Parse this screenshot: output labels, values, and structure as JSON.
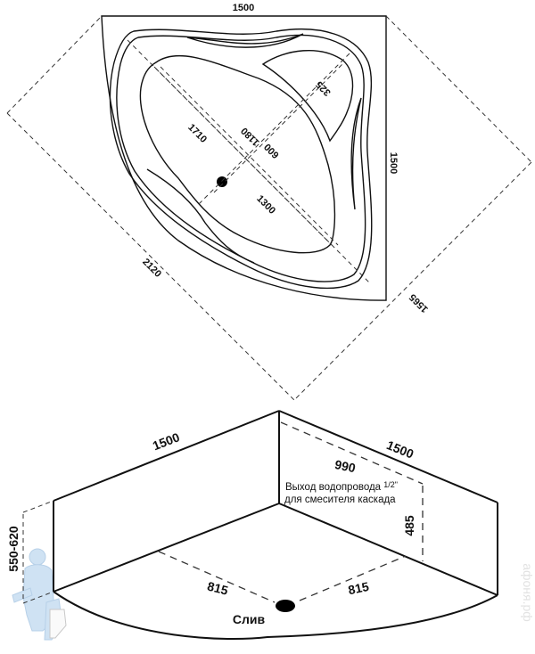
{
  "top_view": {
    "dimensions": {
      "top_width": "1500",
      "right_height": "1500",
      "diagonal_front": "2120",
      "diagonal_right": "1565",
      "inner_length": "1710",
      "bowl_length": "1300",
      "bowl_width_outer": "1180",
      "bowl_width_inner": "600",
      "seat_width": "325"
    }
  },
  "iso_view": {
    "dimensions": {
      "left_side": "1500",
      "right_side": "1500",
      "height_range": "550-620",
      "outlet_offset": "990",
      "outlet_height": "485",
      "drain_left": "815",
      "drain_right": "815"
    },
    "labels": {
      "water_outlet_line1": "Выход водопровода ",
      "water_outlet_fraction": "1/2\"",
      "water_outlet_line2": "для смесителя каскада",
      "drain": "Слив"
    }
  },
  "watermark": "афоня.рф"
}
